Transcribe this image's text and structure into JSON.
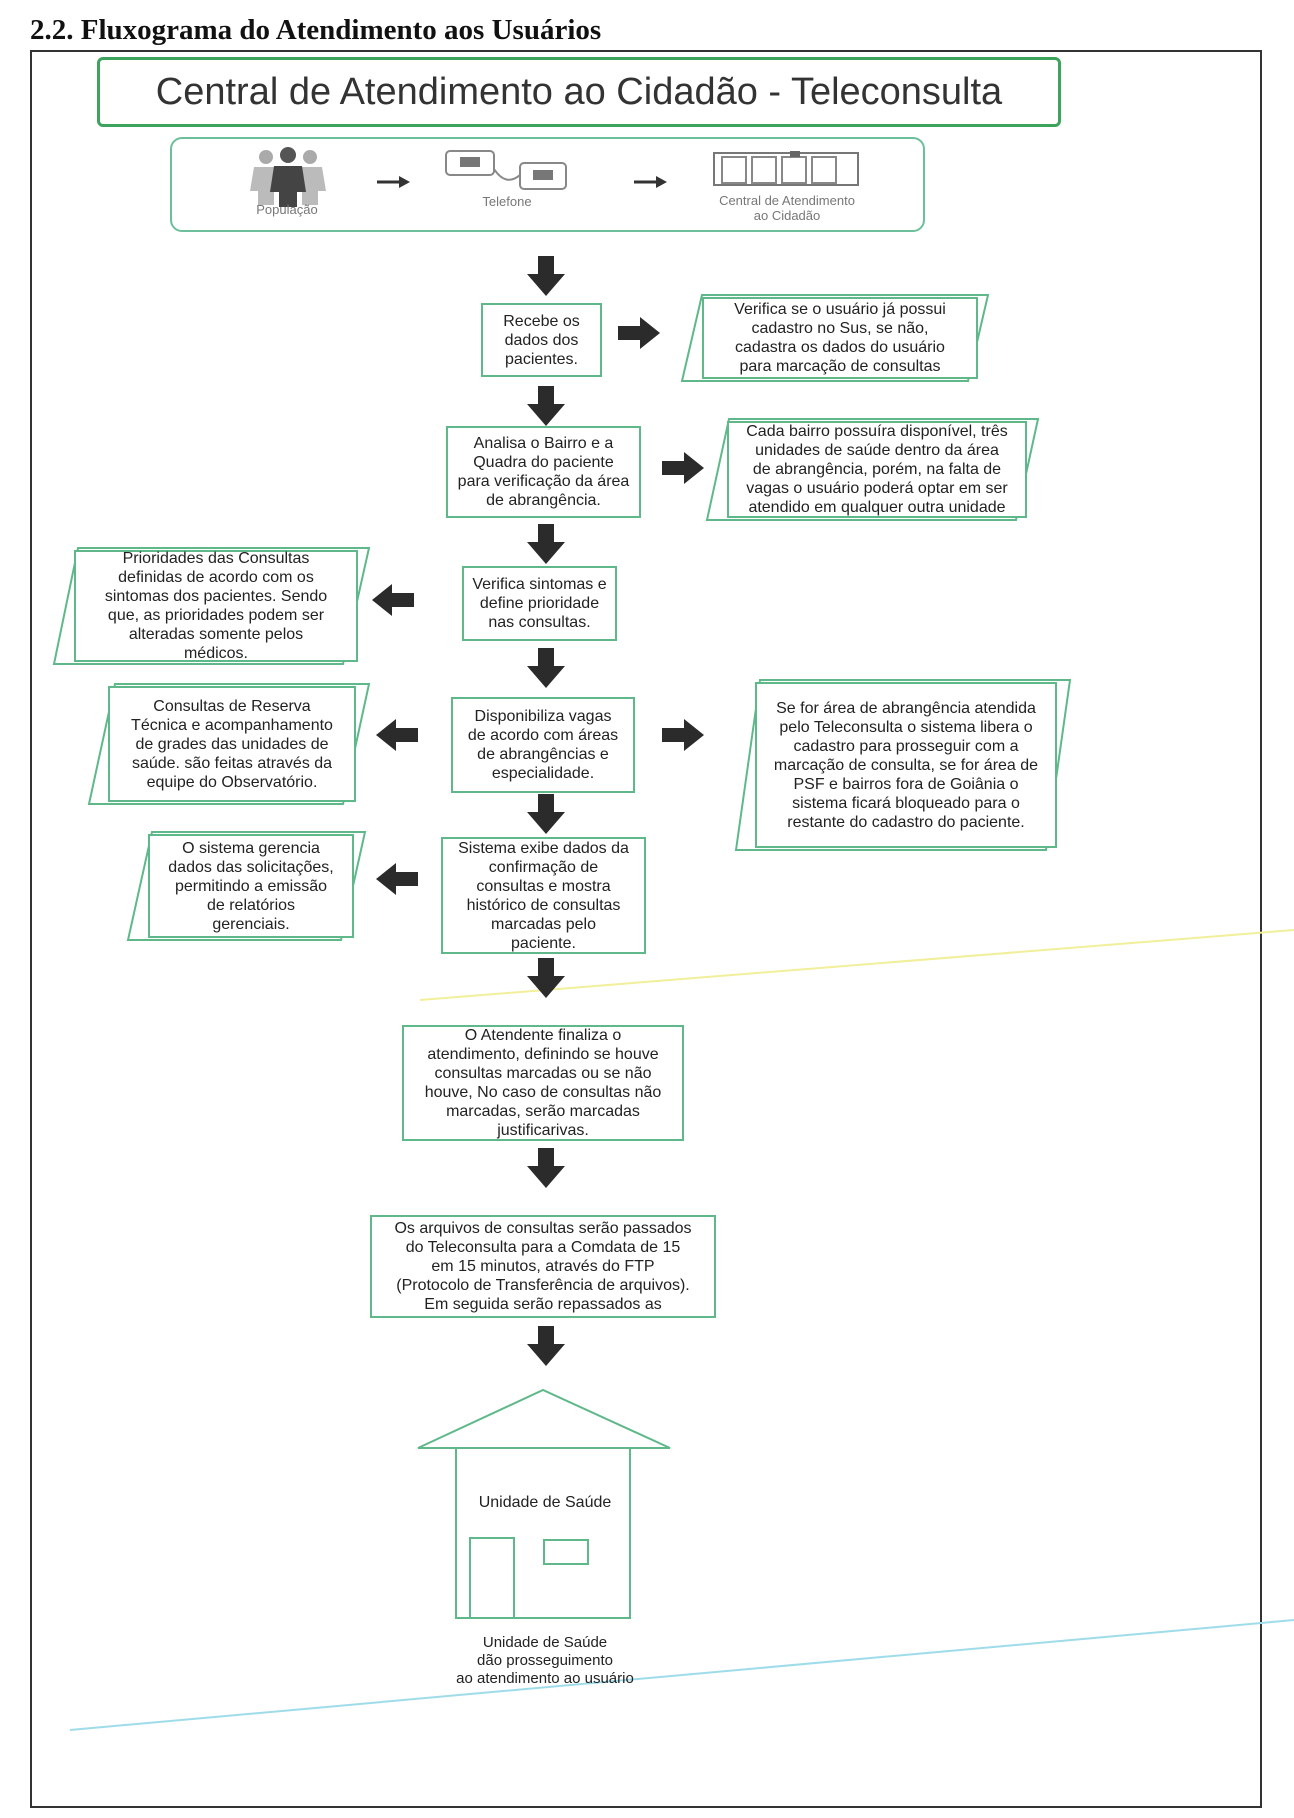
{
  "heading": "2.2. Fluxograma do Atendimento aos Usuários",
  "title": "Central de Atendimento ao Cidadão - Teleconsulta",
  "banner": {
    "populacao": "População",
    "telefone": "Telefone",
    "central_line1": "Central de Atendimento",
    "central_line2": "ao Cidadão"
  },
  "steps": {
    "recebe": "Recebe os\ndados dos\npacientes.",
    "analisa": "Analisa o  Bairro e a\nQuadra do paciente\npara verificação da área\nde abrangência.",
    "verifica": "Verifica sintomas e\ndefine prioridade\nnas consultas.",
    "disponibiliza": "Disponibiliza vagas\nde acordo com áreas\nde abrangências  e\nespecialidade.",
    "sistema": "Sistema exibe dados da\nconfirmação de\nconsultas e mostra\nhistórico de consultas\nmarcadas pelo\npaciente.",
    "finaliza": "O Atendente finaliza o\natendimento, definindo se houve\nconsultas marcadas ou se não\nhouve, No caso de consultas não\nmarcadas, serão marcadas\njustificarivas.",
    "arquivos": "Os arquivos de consultas serão passados\ndo Teleconsulta para a Comdata de 15\nem 15 minutos, através do FTP\n(Protocolo de Transferência de arquivos).\nEm seguida serão repassados as"
  },
  "notes": {
    "verifica_sus": "Verifica se o usuário já possui\ncadastro no Sus, se não,\ncadastra os dados do usuário\npara marcação de consultas",
    "cada_bairro": "Cada bairro possuíra disponível, três\nunidades de saúde dentro da área\nde abrangência, porém, na falta de\nvagas o usuário poderá optar em ser\natendido em qualquer outra unidade",
    "prioridades": "Prioridades das Consultas\ndefinidas de acordo com os\nsintomas dos pacientes. Sendo\nque, as prioridades podem ser\nalteradas somente pelos\nmédicos.",
    "reserva": "Consultas de Reserva\nTécnica  e acompanhamento\nde grades das unidades de\nsaúde. são feitas através da\nequipe do Observatório.",
    "abrangencia": "Se for área de abrangência atendida\npelo Teleconsulta o sistema libera o\ncadastro para prosseguir com a\nmarcação de consulta, se for área de\nPSF e bairros fora de Goiânia o\nsistema ficará bloqueado para o\nrestante do cadastro do paciente.",
    "gerencia": "O sistema gerencia\ndados das solicitações,\npermitindo a emissão\nde relatórios\ngerenciais."
  },
  "house": {
    "label": "Unidade de Saúde",
    "caption": "Unidade de Saúde\ndão prosseguimento\nao atendimento ao usuário"
  },
  "colors": {
    "box_border": "#5fb88a",
    "title_border": "#3da35d",
    "arrow": "#2b2b2b"
  }
}
